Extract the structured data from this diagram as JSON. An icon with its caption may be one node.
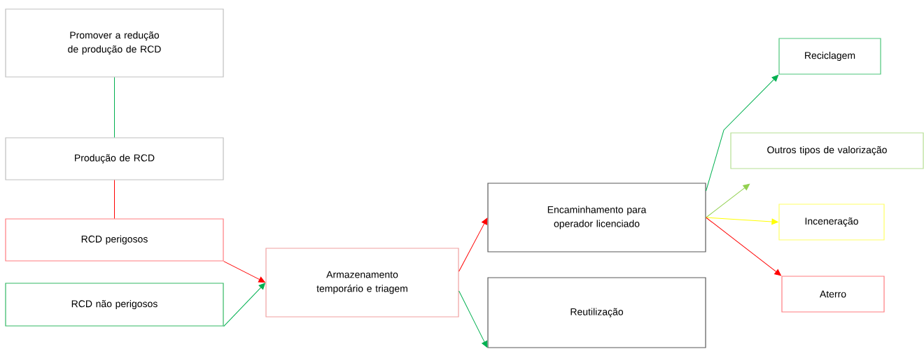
{
  "diagram": {
    "nodes": [
      {
        "text": [
          "Promover a redução de produção de RCD"
        ]
      },
      {
        "text": [
          "Produção de RCD"
        ]
      },
      {
        "text": [
          "RCD perigosos"
        ]
      },
      {
        "text": [
          "RCD não perigosos"
        ]
      },
      {
        "text": [
          "Armazenamento temporário e triagem"
        ]
      },
      {
        "text": [
          "Encaminhamento para operador licenciado"
        ]
      },
      {
        "text": [
          "Reutilização"
        ]
      },
      {
        "text": [
          "Reciclagem"
        ]
      },
      {
        "text": [
          "Outros tipos de valorização"
        ]
      },
      {
        "text": [
          "Inceneração"
        ]
      },
      {
        "text": [
          "Aterro"
        ]
      }
    ],
    "edges": [
      {
        "from": 0,
        "to": 1,
        "arrow": "none",
        "color": "#00b050"
      },
      {
        "from": 1,
        "to": 2,
        "arrow": "none",
        "color": "#ff0000"
      },
      {
        "from": 2,
        "to": 4,
        "arrow": "to",
        "color": "#ff0000"
      },
      {
        "from": 3,
        "to": 4,
        "arrow": "to",
        "color": "#00b050"
      },
      {
        "from": 4,
        "to": 5,
        "arrow": "to",
        "color": "#ff0000"
      },
      {
        "from": 4,
        "to": 6,
        "arrow": "to",
        "color": "#00b050"
      },
      {
        "from": 5,
        "to": 7,
        "arrow": "to",
        "color": "#00b050"
      },
      {
        "from": 5,
        "to": 8,
        "arrow": "to",
        "color": "#92d050"
      },
      {
        "from": 5,
        "to": 9,
        "arrow": "to",
        "color": "#ffff00"
      },
      {
        "from": 5,
        "to": 10,
        "arrow": "to",
        "color": "#ff0000"
      }
    ]
  }
}
